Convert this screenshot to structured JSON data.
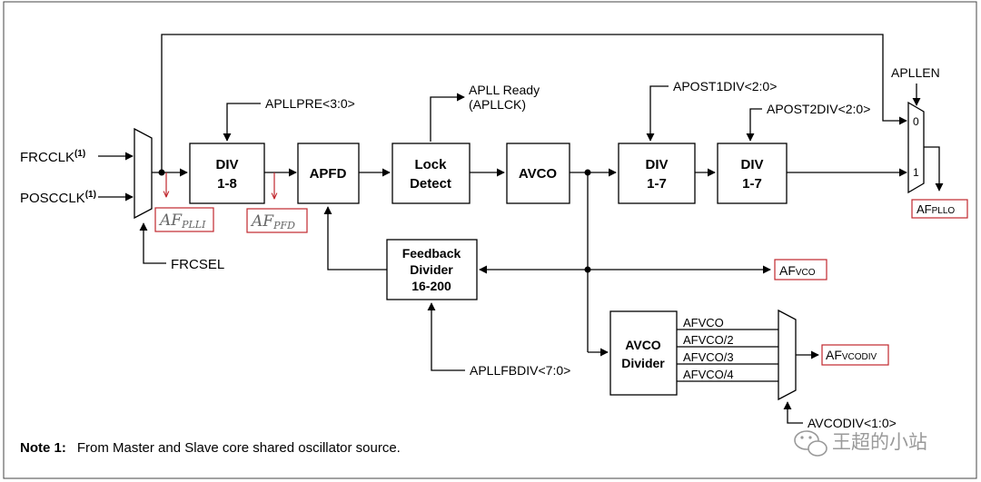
{
  "inputs": {
    "frcclk": "FRCCLK",
    "frcclk_sup": "(1)",
    "posclk": "POSCCLK",
    "posclk_sup": "(1)",
    "frcsel": "FRCSEL"
  },
  "blocks": {
    "div18": {
      "line1": "DIV",
      "line2": "1-8"
    },
    "apfd": "APFD",
    "lock": {
      "line1": "Lock",
      "line2": "Detect"
    },
    "avco": "AVCO",
    "div17a": {
      "line1": "DIV",
      "line2": "1-7"
    },
    "div17b": {
      "line1": "DIV",
      "line2": "1-7"
    },
    "feedback": {
      "line1": "Feedback",
      "line2": "Divider",
      "line3": "16-200"
    },
    "avco_div": {
      "line1": "AVCO",
      "line2": "Divider"
    }
  },
  "controls": {
    "apllpre": "APLLPRE<3:0>",
    "apll_ready": "APLL Ready",
    "apllck": "(APLLCK)",
    "apost1div": "APOST1DIV<2:0>",
    "apost2div": "APOST2DIV<2:0>",
    "apllen": "APLLEN",
    "mux_0": "0",
    "mux_1": "1",
    "apllfbdiv": "APLLFBDIV<7:0>",
    "avcodiv": "AVCODIV<1:0>"
  },
  "signals": {
    "af_plli_main": "AF",
    "af_plli_sub": "PLLI",
    "af_pfd_main": "AF",
    "af_pfd_sub": "PFD",
    "af_pllo_main": "AF",
    "af_pllo_sub": "PLLO",
    "af_vco_main": "AF",
    "af_vco_sub": "VCO",
    "af_vcodiv_main": "AF",
    "af_vcodiv_sub": "VCODIV"
  },
  "divider_outputs": [
    "AFVCO",
    "AFVCO/2",
    "AFVCO/3",
    "AFVCO/4"
  ],
  "note": {
    "label": "Note 1:",
    "text": "From Master and Slave core shared oscillator source."
  },
  "watermark": "王超的小站"
}
